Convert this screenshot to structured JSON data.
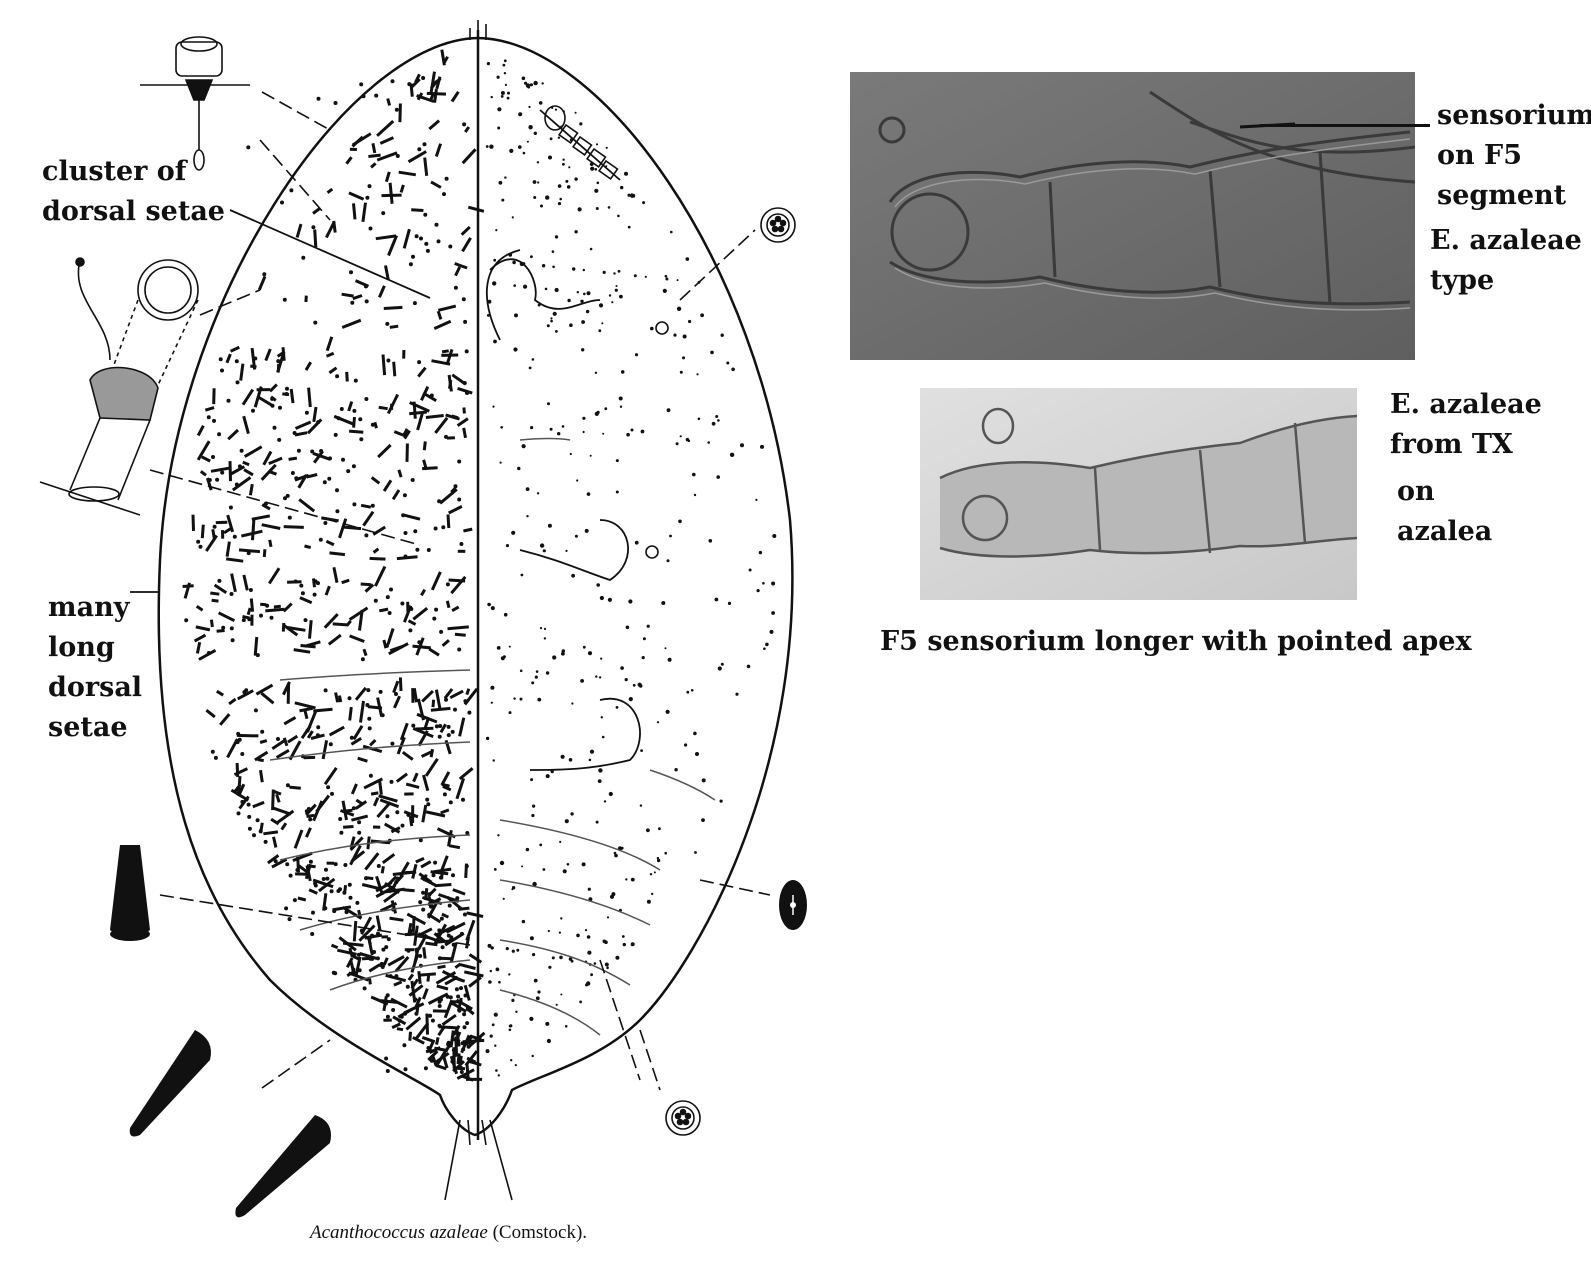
{
  "labels": {
    "cluster": [
      "cluster of",
      "dorsal setae"
    ],
    "many": [
      "many",
      "long",
      "dorsal",
      "setae"
    ],
    "sensorium": [
      "sensorium",
      "on F5",
      "segment",
      "E. azaleae",
      "type"
    ],
    "tx": [
      "E. azaleae",
      "from TX",
      "on",
      "azalea"
    ],
    "f5": "F5 sensorium longer with pointed apex"
  },
  "caption": {
    "species": "Acanthococcus azaleae",
    "author": "(Comstock)."
  },
  "colors": {
    "ink": "#111111",
    "photo_dark_bg": "#6e6e6e",
    "photo_light_bg": "#d8d8d8"
  }
}
